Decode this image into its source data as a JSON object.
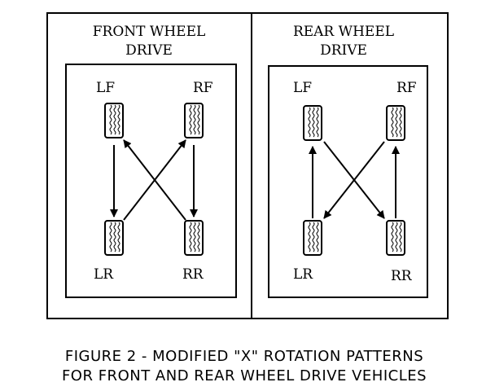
{
  "panels": [
    {
      "title_line1": "FRONT WHEEL",
      "title_line2": "DRIVE",
      "labels": {
        "lf": "LF",
        "rf": "RF",
        "lr": "LR",
        "rr": "RR"
      }
    },
    {
      "title_line1": "REAR WHEEL",
      "title_line2": "DRIVE",
      "labels": {
        "lf": "LF",
        "rf": "RF",
        "lr": "LR",
        "rr": "RR"
      }
    }
  ],
  "caption": {
    "line1": "FIGURE 2 - MODIFIED \"X\" ROTATION PATTERNS",
    "line2": "FOR FRONT AND REAR WHEEL DRIVE VEHICLES"
  }
}
